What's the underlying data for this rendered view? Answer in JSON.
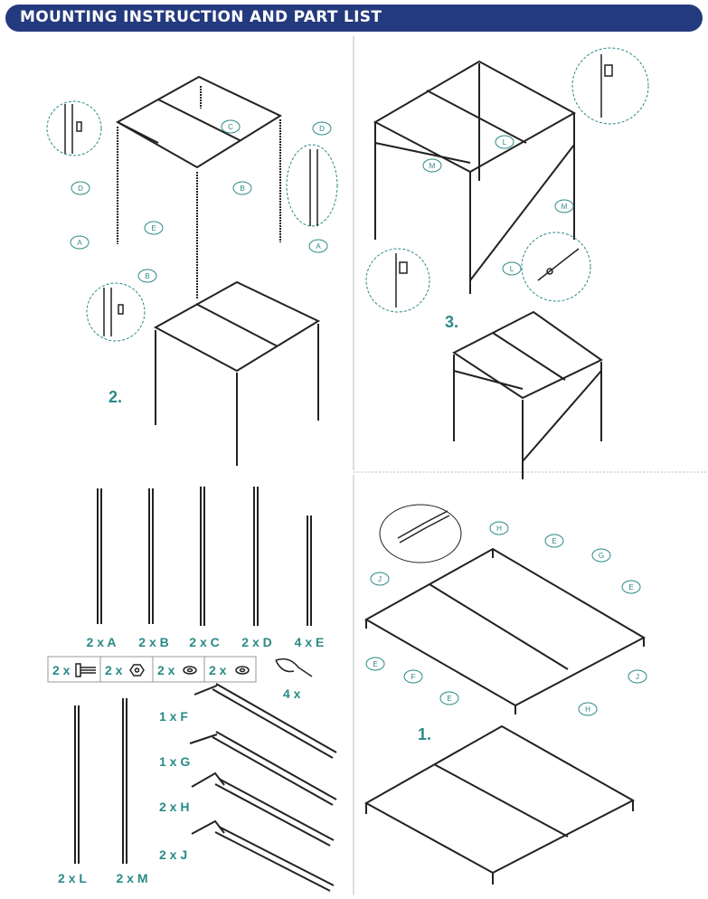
{
  "header": {
    "title": "MOUNTING INSTRUCTION AND PART LIST"
  },
  "colors": {
    "header_bg": "#243a7e",
    "accent": "#2a8a86",
    "line": "#222222"
  },
  "steps": {
    "s1": "1.",
    "s2": "2.",
    "s3": "3."
  },
  "callouts": {
    "step2": [
      "C",
      "D",
      "D",
      "B",
      "E",
      "A",
      "A",
      "B"
    ],
    "step3": [
      "L",
      "M",
      "M",
      "L"
    ],
    "step1": [
      "H",
      "E",
      "G",
      "E",
      "J",
      "E",
      "F",
      "E",
      "J",
      "H"
    ]
  },
  "parts": {
    "poles": [
      {
        "qty": "2 x A"
      },
      {
        "qty": "2 x B"
      },
      {
        "qty": "2 x C"
      },
      {
        "qty": "2 x D"
      },
      {
        "qty": "4 x E"
      }
    ],
    "hardware": [
      {
        "qty": "2 x",
        "icon": "bolt-icon"
      },
      {
        "qty": "2 x",
        "icon": "nut-icon"
      },
      {
        "qty": "2 x",
        "icon": "washer-icon"
      },
      {
        "qty": "2 x",
        "icon": "washer-icon"
      }
    ],
    "clip": {
      "qty": "4 x"
    },
    "long": [
      {
        "qty": "2 x L"
      },
      {
        "qty": "2 x M"
      }
    ],
    "connectors": [
      {
        "qty": "1 x F"
      },
      {
        "qty": "1 x G"
      },
      {
        "qty": "2 x H"
      },
      {
        "qty": "2 x J"
      }
    ]
  }
}
